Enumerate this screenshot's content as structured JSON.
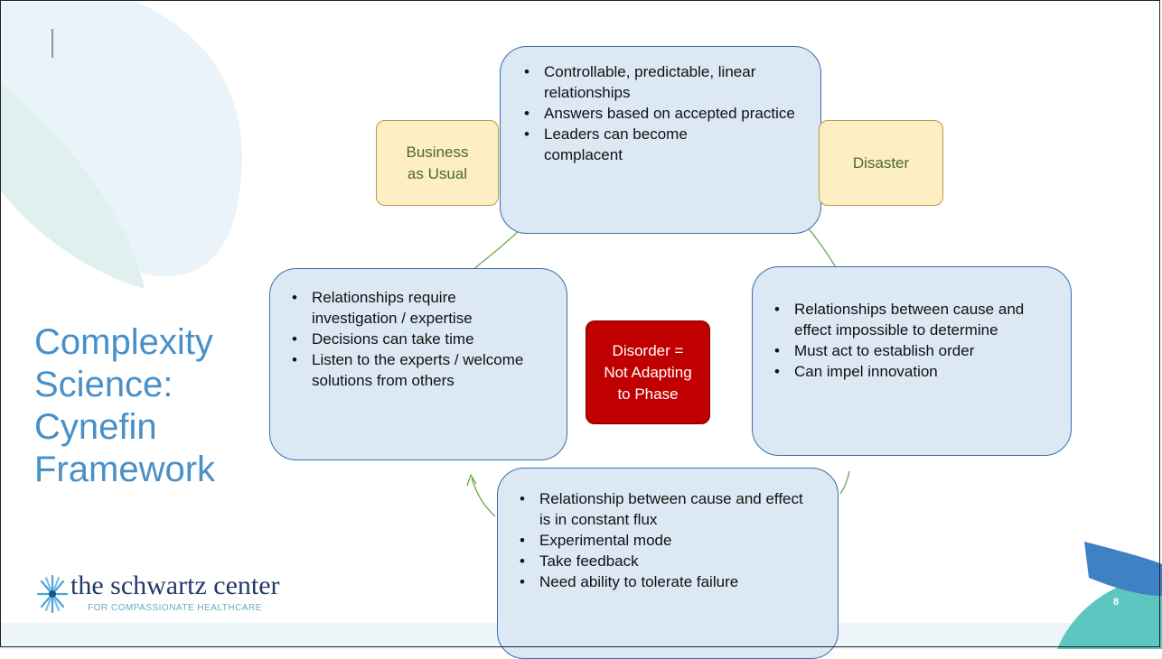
{
  "slide": {
    "title_lines": [
      "Complexity",
      "Science:",
      "Cynefin",
      "Framework"
    ],
    "page_number": "8"
  },
  "top_box": {
    "items": [
      "Controllable, predictable, linear relationships",
      "Answers based on accepted practice",
      "Leaders can become complacent"
    ]
  },
  "left_box": {
    "items": [
      "Relationships require investigation / expertise",
      "Decisions can take time",
      "Listen to the experts / welcome solutions from others"
    ]
  },
  "right_box": {
    "items": [
      "Relationships between cause and effect impossible to determine",
      "Must act to establish order",
      "Can impel innovation"
    ]
  },
  "bottom_box": {
    "items": [
      "Relationship between cause and effect is in constant flux",
      "Experimental mode",
      "Take feedback",
      "Need ability to tolerate failure"
    ]
  },
  "tags": {
    "business_as_usual": "Business as Usual",
    "disaster": "Disaster",
    "disorder": "Disorder = Not Adapting to Phase"
  },
  "logo": {
    "name": "the schwartz center",
    "subtitle": "FOR COMPASSIONATE HEALTHCARE"
  },
  "colors": {
    "title": "#4a90c8",
    "box_fill": "#dce8f4",
    "box_border": "#3a6ea5",
    "tag_fill": "#fdefc3",
    "disorder_fill": "#c00000",
    "arrow": "#6aaa4a"
  }
}
